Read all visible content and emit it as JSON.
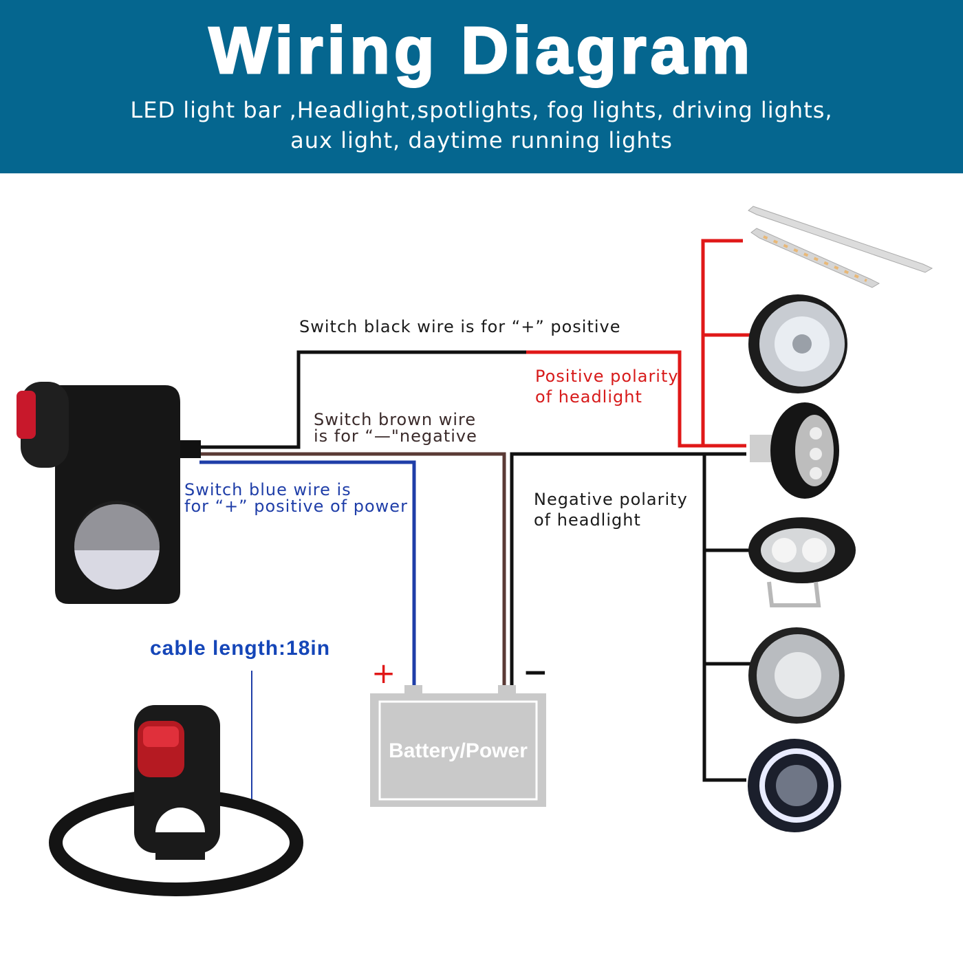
{
  "header": {
    "title": "Wiring Diagram",
    "subtitle_line1": "LED light bar ,Headlight,spotlights, fog lights, driving lights,",
    "subtitle_line2": "aux light, daytime running lights"
  },
  "labels": {
    "black_wire": "Switch black wire is for “+” positive",
    "positive_line1": "Positive polarity",
    "positive_line2": "of headlight",
    "brown_line1": "Switch brown wire",
    "brown_line2": "is for “—\"negative",
    "blue_line1": "Switch blue wire is",
    "blue_line2": "for “+” positive of power",
    "negative_line1": "Negative polarity",
    "negative_line2": "of headlight",
    "cable_length": "cable length:18in",
    "battery": "Battery/Power",
    "plus_sign": "+",
    "minus_sign": "−"
  },
  "colors": {
    "header_bg": "#05668f",
    "positive_wire": "#e01818",
    "negative_wire": "#111111",
    "brown_wire": "#5a3a35",
    "blue_wire": "#1f3ea8",
    "battery_fill": "#c9c9c9"
  },
  "icons": [
    "rocker-switch-icon",
    "led-light-bar-icon",
    "round-headlight-icon",
    "spotlight-icon",
    "oval-fog-light-icon",
    "round-fog-light-icon",
    "halo-headlight-icon",
    "battery-icon"
  ]
}
